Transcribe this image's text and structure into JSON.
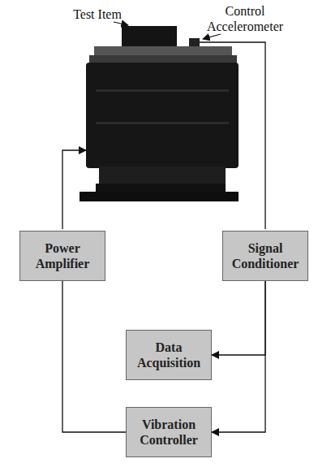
{
  "diagram": {
    "nodes": [
      {
        "text": [
          "Power Amplifier"
        ]
      },
      {
        "text": [
          "Signal Conditioner"
        ]
      },
      {
        "text": [
          "Data Acquisition"
        ]
      },
      {
        "text": [
          "Vibration Controller"
        ]
      }
    ],
    "edges": [
      {
        "from": 1,
        "to": 2,
        "arrow": "to"
      },
      {
        "from": 1,
        "to": 3,
        "arrow": "to"
      },
      {
        "from": 3,
        "to": 0,
        "arrow": "none"
      }
    ],
    "labels": [
      "Test Item",
      "Control Accelerometer"
    ]
  }
}
